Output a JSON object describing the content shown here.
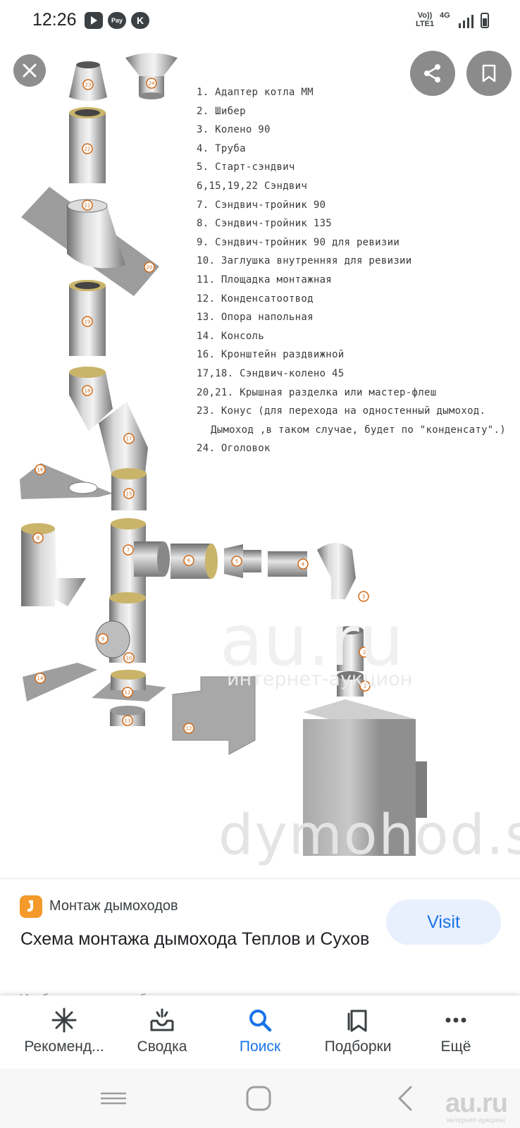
{
  "status_bar": {
    "time": "12:26",
    "pay_label": "Pay",
    "k_label": "K",
    "network_volte": "Vo))",
    "network_lte": "LTE1",
    "network_4g": "4G"
  },
  "image": {
    "legend": [
      "1. Адаптер котла ММ",
      "2. Шибер",
      "3. Колено 90",
      "4. Труба",
      "5. Старт-сэндвич",
      "6,15,19,22 Сэндвич",
      "7. Сэндвич-тройник 90",
      "8. Сэндвич-тройник 135",
      "9. Сэндвич-тройник 90 для ревизии",
      "10. Заглушка внутренняя для ревизии",
      "11. Площадка монтажная",
      "12. Конденсатоотвод",
      "13. Опора напольная",
      "14. Консоль",
      "16. Кронштейн раздвижной",
      "17,18. Сэндвич-колено 45",
      "20,21. Крышная разделка или мастер-флеш",
      "23. Конус (для перехода на одностенный дымоход.",
      "Дымоход ,в таком случае, будет по \"конденсату\".)",
      "24. Оголовок"
    ],
    "part_numbers": [
      "23",
      "24",
      "22",
      "21",
      "20",
      "19",
      "18",
      "17",
      "16",
      "15",
      "8",
      "7",
      "6",
      "5",
      "4",
      "3",
      "2",
      "1",
      "9",
      "10",
      "11",
      "12",
      "13",
      "14"
    ],
    "watermark_main": "dymohod.su",
    "watermark_ausu": "au.ru",
    "watermark_inet": "интернет-аукцион"
  },
  "result": {
    "source": "Монтаж дымоходов",
    "title": "Схема монтажа дымохода Теплов и Сухов",
    "visit_label": "Visit",
    "more_text": "Изображения могут быть"
  },
  "bottom_nav": [
    {
      "label": "Рекоменд...",
      "icon": "sparkle-icon"
    },
    {
      "label": "Сводка",
      "icon": "inbox-icon"
    },
    {
      "label": "Поиск",
      "icon": "search-icon"
    },
    {
      "label": "Подборки",
      "icon": "collections-icon"
    },
    {
      "label": "Ещё",
      "icon": "more-icon"
    }
  ],
  "system_nav": {
    "logo": "au.ru",
    "logo_sub": "интернет-аукцион"
  },
  "colors": {
    "accent": "#1a73e8",
    "visit_bg": "#e8f0fe",
    "source_icon": "#f39a2b",
    "overlay_btn": "#8b8b8b"
  }
}
